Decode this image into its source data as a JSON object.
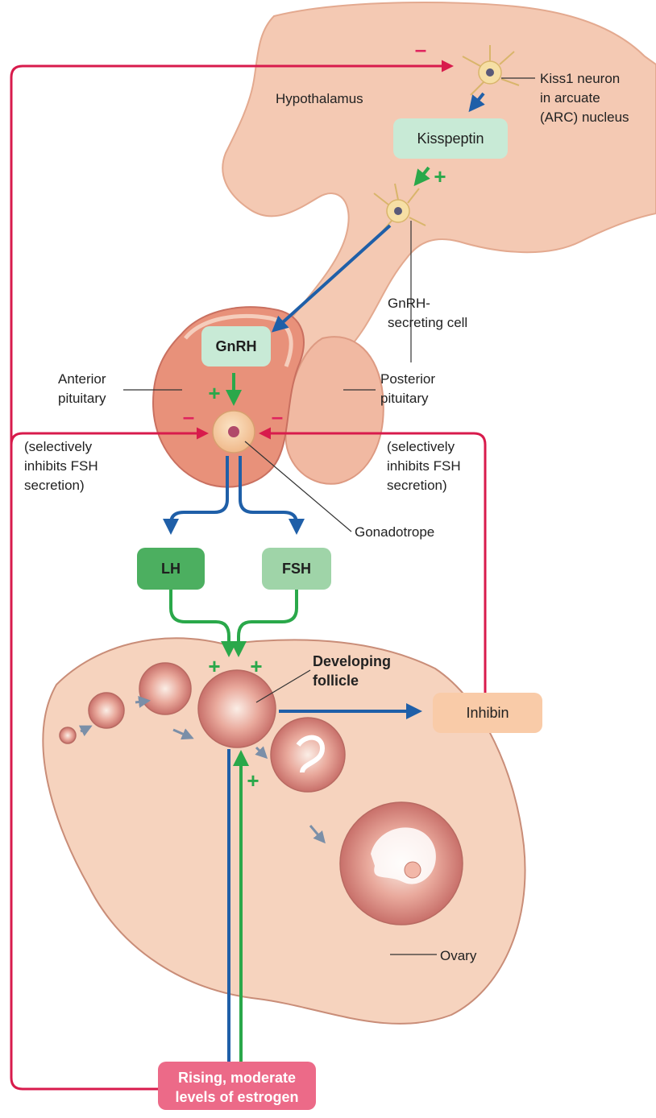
{
  "labels": {
    "hypothalamus": "Hypothalamus",
    "kiss1_line1": "Kiss1 neuron",
    "kiss1_line2": "in arcuate",
    "kiss1_line3": "(ARC) nucleus",
    "gnrh_cell_line1": "GnRH-",
    "gnrh_cell_line2": "secreting cell",
    "anterior_line1": "Anterior",
    "anterior_line2": "pituitary",
    "posterior_line1": "Posterior",
    "posterior_line2": "pituitary",
    "left_inhibit_line1": "(selectively",
    "left_inhibit_line2": "inhibits FSH",
    "left_inhibit_line3": "secretion)",
    "right_inhibit_line1": "(selectively",
    "right_inhibit_line2": "inhibits FSH",
    "right_inhibit_line3": "secretion)",
    "gonadotrope": "Gonadotrope",
    "developing_line1": "Developing",
    "developing_line2": "follicle",
    "ovary": "Ovary"
  },
  "boxes": {
    "kisspeptin": "Kisspeptin",
    "gnrh": "GnRH",
    "lh": "LH",
    "fsh": "FSH",
    "inhibin": "Inhibin",
    "estrogen_line1": "Rising, moderate",
    "estrogen_line2": "levels of estrogen"
  },
  "signs": {
    "plus": "+",
    "minus": "–"
  },
  "colors": {
    "stimulatory_arrow": "#2aa84a",
    "secretion_arrow": "#1f5fa8",
    "inhibitory_feedback": "#d81b4c",
    "kisspeptin_box": "#c8ead6",
    "gnrh_box": "#c8ead6",
    "lh_box": "#4caf60",
    "fsh_box": "#9fd4a8",
    "inhibin_box": "#f9cba8",
    "estrogen_box": "#ec6a88",
    "tissue": "#f4c9b3",
    "pituitary": "#e8917a"
  }
}
